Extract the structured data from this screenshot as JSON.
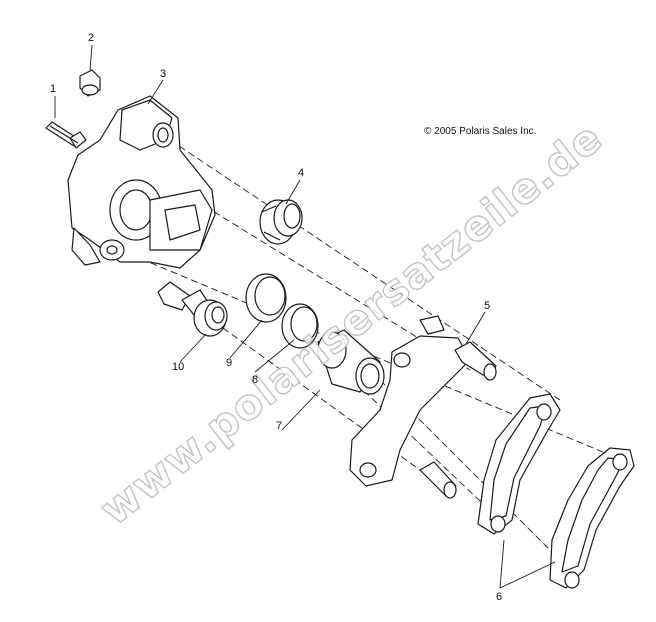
{
  "copyright": "© 2005 Polaris Sales Inc.",
  "watermark": "www.polarisersatzeile.de",
  "callouts": [
    {
      "id": "1",
      "label": "1"
    },
    {
      "id": "2",
      "label": "2"
    },
    {
      "id": "3",
      "label": "3"
    },
    {
      "id": "4",
      "label": "4"
    },
    {
      "id": "5",
      "label": "5"
    },
    {
      "id": "6",
      "label": "6"
    },
    {
      "id": "7",
      "label": "7"
    },
    {
      "id": "8",
      "label": "8"
    },
    {
      "id": "9",
      "label": "9"
    },
    {
      "id": "10",
      "label": "10"
    }
  ],
  "colors": {
    "line": "#1a1a1a",
    "fill": "#ffffff",
    "watermark_outline": "#b9b9b9"
  }
}
